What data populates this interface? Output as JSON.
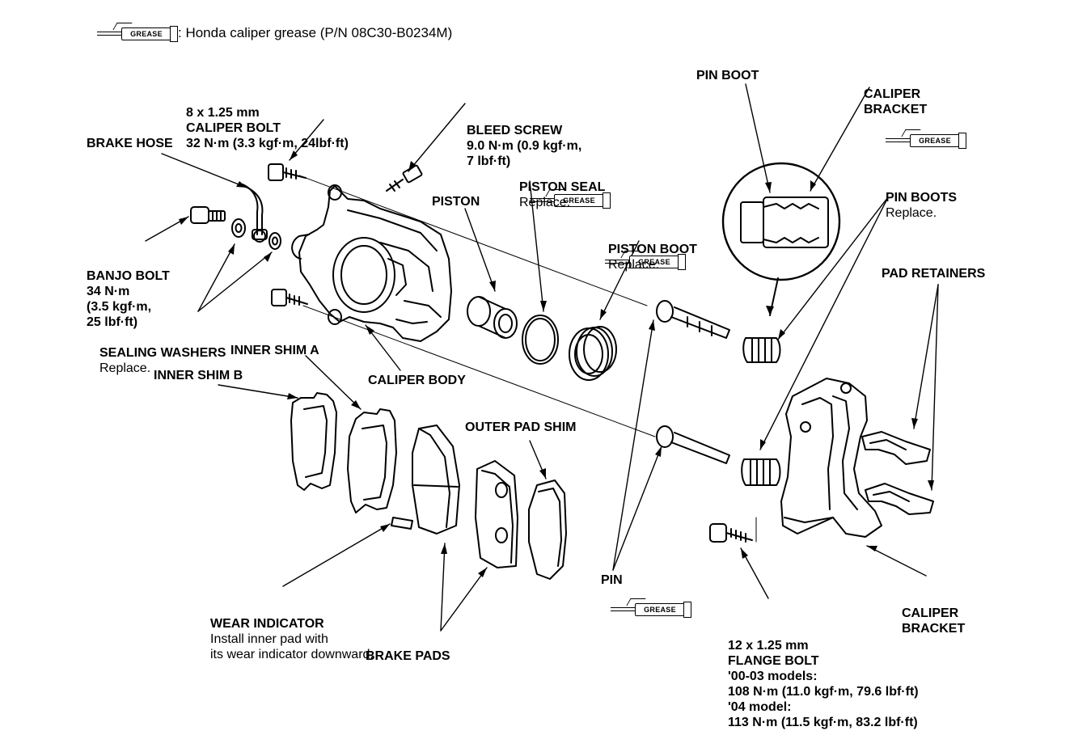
{
  "legend": {
    "grease_tag": "GREASE",
    "text": ": Honda caliper grease (P/N 08C30-B0234M)"
  },
  "labels": {
    "caliper_bolt": [
      "8 x 1.25 mm",
      "CALIPER BOLT",
      "32 N·m (3.3 kgf·m, 24lbf·ft)"
    ],
    "bleed_screw": [
      "BLEED SCREW",
      "9.0 N·m (0.9 kgf·m,",
      "7 lbf·ft)"
    ],
    "brake_hose": "BRAKE HOSE",
    "piston_seal": [
      "PISTON SEAL",
      "Replace."
    ],
    "piston": "PISTON",
    "piston_boot": [
      "PISTON BOOT",
      "Replace."
    ],
    "pin_boot": "PIN BOOT",
    "caliper_bracket_top": [
      "CALIPER",
      "BRACKET"
    ],
    "pin_boots": [
      "PIN BOOTS",
      "Replace."
    ],
    "banjo_bolt": [
      "BANJO BOLT",
      "34 N·m",
      "(3.5 kgf·m,",
      "25 lbf·ft)"
    ],
    "pad_retainers": "PAD RETAINERS",
    "sealing_washers": [
      "SEALING WASHERS",
      "Replace."
    ],
    "inner_shim_a": "INNER SHIM A",
    "inner_shim_b": "INNER SHIM B",
    "caliper_body": "CALIPER BODY",
    "outer_pad_shim": "OUTER PAD SHIM",
    "pin": "PIN",
    "wear_indicator": [
      "WEAR INDICATOR",
      "Install inner pad with",
      "its wear indicator downward."
    ],
    "caliper_bracket_bottom": [
      "CALIPER",
      "BRACKET"
    ],
    "flange_bolt": [
      "12 x 1.25 mm",
      "FLANGE BOLT",
      "'00-03 models:",
      "108 N·m (11.0 kgf·m, 79.6 lbf·ft)",
      "'04 model:",
      "113 N·m (11.5 kgf·m, 83.2 lbf·ft)"
    ],
    "brake_pads": "BRAKE PADS"
  }
}
